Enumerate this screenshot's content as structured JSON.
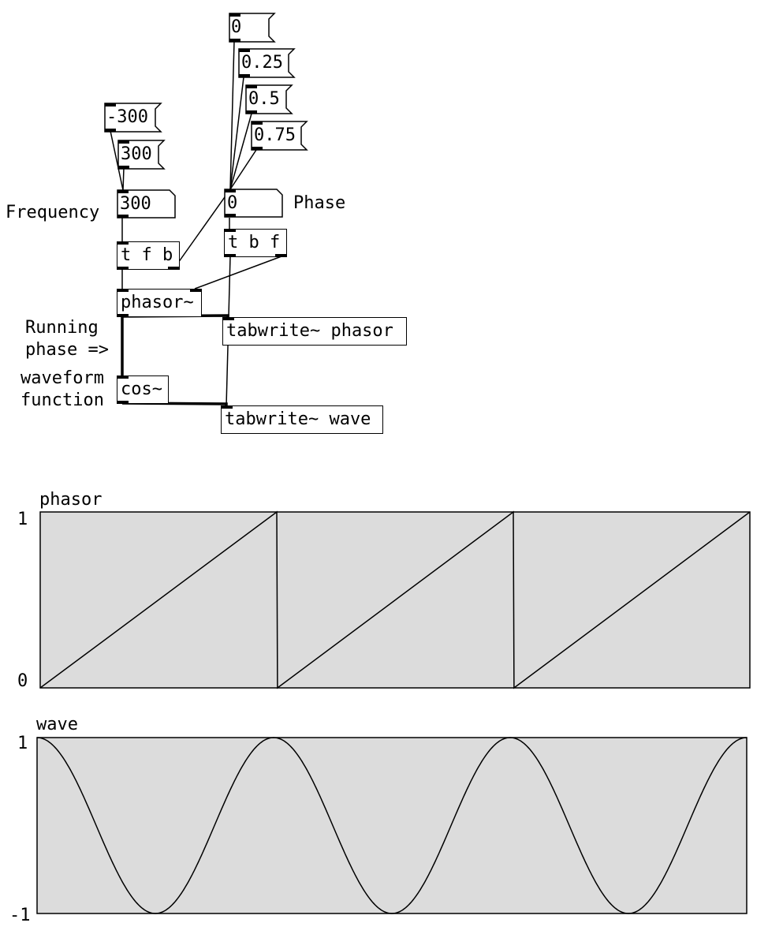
{
  "patch": {
    "labels": {
      "frequency": "Frequency",
      "phase": "Phase",
      "running_phase": "Running\nphase =>",
      "waveform_function": "waveform\nfunction"
    },
    "messages": {
      "neg300": "-300",
      "pos300": "300",
      "p0": "0",
      "p025": "0.25",
      "p05": "0.5",
      "p075": "0.75"
    },
    "number_boxes": {
      "frequency_value": "300",
      "phase_value": "0"
    },
    "objects": {
      "trigger_freq": "t f b",
      "trigger_phase": "t b f",
      "phasor": "phasor~",
      "cos": "cos~",
      "tabwrite_phasor": "tabwrite~ phasor",
      "tabwrite_wave": "tabwrite~ wave"
    }
  },
  "graphs": {
    "phasor": {
      "name": "phasor",
      "ymax_label": "1",
      "ymin_label": "0"
    },
    "wave": {
      "name": "wave",
      "ymax_label": "1",
      "ymin_label": "-1"
    }
  },
  "chart_data": [
    {
      "type": "line",
      "title": "phasor",
      "xlim": [
        0,
        3
      ],
      "ylim": [
        0,
        1
      ],
      "description_of_shape": "sawtooth",
      "series": [
        {
          "x": [
            0,
            1,
            1,
            2,
            2,
            3
          ],
          "values": [
            0,
            1,
            0,
            1,
            0,
            1
          ]
        }
      ]
    },
    {
      "type": "line",
      "title": "wave",
      "xlim": [
        0,
        3
      ],
      "ylim": [
        -1,
        1
      ],
      "series": [
        {
          "x": [
            0,
            0.5,
            1,
            1.5,
            2,
            2.5,
            3
          ],
          "values": [
            1,
            -1,
            1,
            -1,
            1,
            -1,
            1
          ]
        }
      ]
    }
  ]
}
